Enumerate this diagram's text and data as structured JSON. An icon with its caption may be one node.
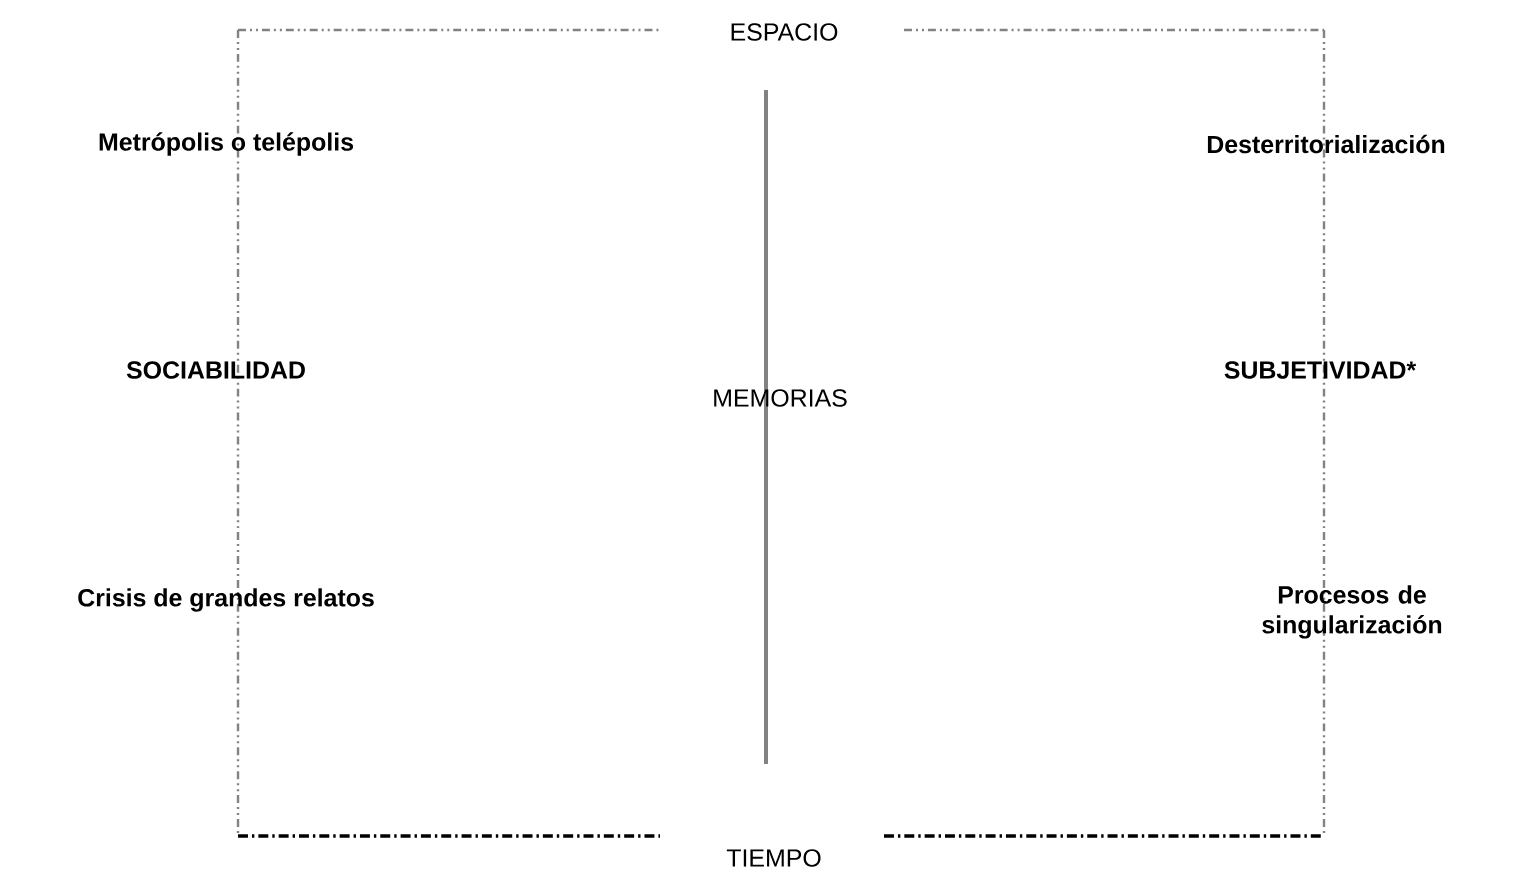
{
  "diagram": {
    "labels": [
      "ESPACIO",
      "Metrópolis o telépolis",
      "Desterritorialización",
      "SOCIABILIDAD",
      "MEMORIAS",
      "SUBJETIVIDAD*",
      "Crisis de grandes relatos",
      "Procesos de singularización",
      "TIEMPO"
    ]
  }
}
